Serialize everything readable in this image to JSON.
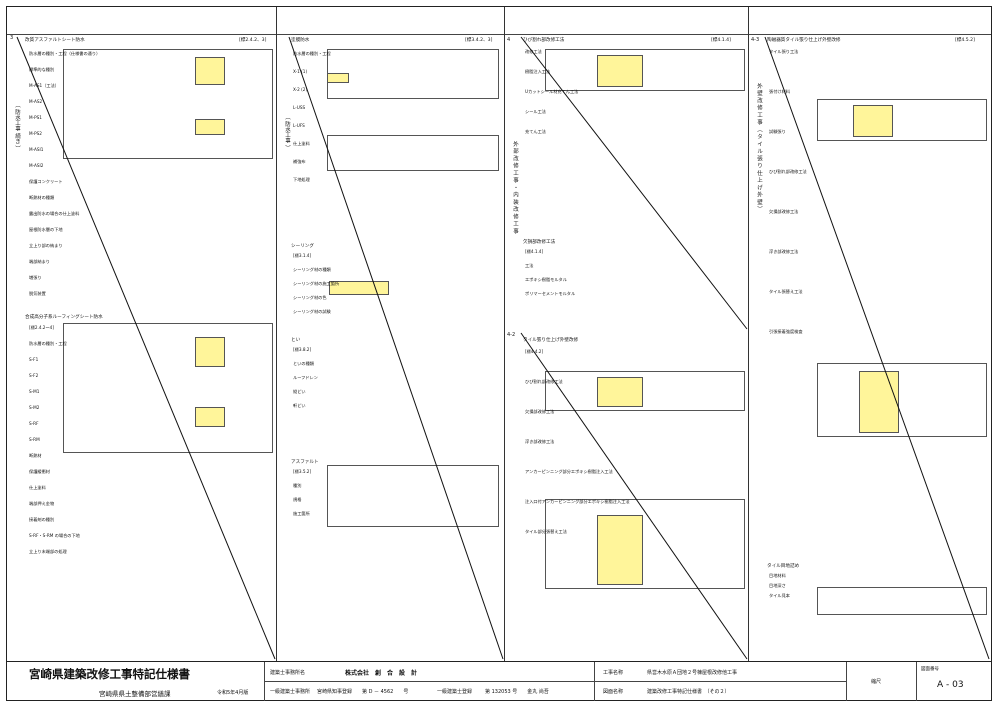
{
  "columns": [
    {
      "title": "（ 防水工事 続き ）",
      "ref": "[標2.4.2、3]",
      "items": [
        {
          "label": "改質アスファルトシート防水",
          "lines": [
            "防水層の種別・工程（仕様書の通り）",
            "標準的な種別",
            "M-AS1（工法）",
            "M-AS2",
            "M-PS1",
            "M-PS2",
            "M-ASI1",
            "M-ASI2",
            "保護コンクリート",
            "断熱材の種類",
            "露出防水の場合の仕上塗料",
            "屋根防水層の下地",
            "立上り部の納まり",
            "端部納まり",
            "増張り",
            "脱気装置"
          ]
        },
        {
          "label": "合成高分子系ルーフィングシート防水",
          "lines": [
            "[標2.4.2～4]",
            "防水層の種別・工程",
            "S-F1",
            "S-F2",
            "S-M1",
            "S-M2",
            "S-RF",
            "S-RM",
            "断熱材",
            "保護緩衝材",
            "仕上塗料",
            "端部押え金物",
            "接着剤の種別",
            "S-RF・S-RM の場合の下地",
            "立上り末端部の処理"
          ]
        }
      ]
    },
    {
      "title": "（ 防水工事 ）",
      "ref": "[標3.4.2、3]",
      "items": [
        {
          "label": "塗膜防水",
          "lines": [
            "防水層の種別・工程",
            "X-1 (1)",
            "X-2 (2)",
            "L-USS",
            "L-UFS",
            "仕上塗料",
            "補強布",
            "下地処理"
          ]
        },
        {
          "label": "シーリング",
          "lines": [
            "[標3.1.4]",
            "シーリング材の種類",
            "シーリング材の施工箇所",
            "シーリング材の色",
            "シーリング材の試験"
          ]
        },
        {
          "label": "とい",
          "lines": [
            "[標3.8.2]",
            "といの種類",
            "ルーフドレン",
            "縦どい",
            "軒どい"
          ]
        },
        {
          "label": "アスファルト",
          "lines": [
            "[標3.5.2]",
            "種別",
            "規格",
            "施工箇所"
          ]
        }
      ]
    },
    {
      "title": "外 部 改 修 工 事 ・ 内 装 改 修 工 事",
      "ref": "[標4.1.4]",
      "items": [
        {
          "label": "ひび割れ部改修工法",
          "lines": [
            "改修工法",
            "樹脂注入工法",
            "Uカットシール材充てん工法",
            "シール工法",
            "充てん工法"
          ]
        },
        {
          "label": "欠損部改修工法",
          "lines": [
            "[標4.1.4]",
            "工法",
            "エポキシ樹脂モルタル",
            "ポリマーセメントモルタル"
          ]
        },
        {
          "label": "タイル張り仕上げ外壁改修",
          "lines": [
            "[標4.4.2]",
            "ひび割れ部改修工法",
            "欠損部改修工法",
            "浮き部改修工法",
            "アンカーピンニング部分エポキシ樹脂注入工法",
            "注入口付アンカーピンニング部分エポキシ樹脂注入工法",
            "タイル部分張替え工法"
          ]
        }
      ]
    },
    {
      "title": "外 壁 改 修 工 事 （ タ イ ル 張 り 仕 上 げ 外 壁 ）",
      "ref": "[標4.5.2]",
      "items": [
        {
          "label": "陶磁器質タイル張り仕上げ外壁改修",
          "lines": [
            "タイル張り工法",
            "張付け材料",
            "試験張り",
            "ひび割れ部改修工法",
            "欠損部改修工法",
            "浮き部改修工法",
            "タイル張替え工法",
            "引張接着強度検査"
          ]
        },
        {
          "label": "タイル目地詰め",
          "lines": [
            "目地材料",
            "目地深さ",
            "タイル見本"
          ]
        }
      ]
    }
  ],
  "titleblock": {
    "main_title": "宮崎県建築改修工事特記仕様書",
    "sub_org": "宮崎県県土整備部営繕課",
    "edition": "令和5年4月版",
    "office_label": "建築士事務所名",
    "office_name": "株式会社　創　合　設　計",
    "reg_label": "一級建築士事務所",
    "reg_value": "宮崎県知事登録　　第 D － 4562　　号",
    "architect_label": "一級建築士登録",
    "architect_value": "第 132053 号　　金丸 尚吾",
    "project_label": "工事名称",
    "project_name": "県営木水原Ａ団地２号棟屋根改修他工事",
    "drawing_label": "図面名称",
    "drawing_name": "建築改修工事特記仕様書　（その２）",
    "scale_label": "縮尺",
    "number_label": "図面番号",
    "number_value": "A - 03"
  },
  "side_numbers": [
    "3",
    "4",
    "4-2",
    "4-3"
  ]
}
